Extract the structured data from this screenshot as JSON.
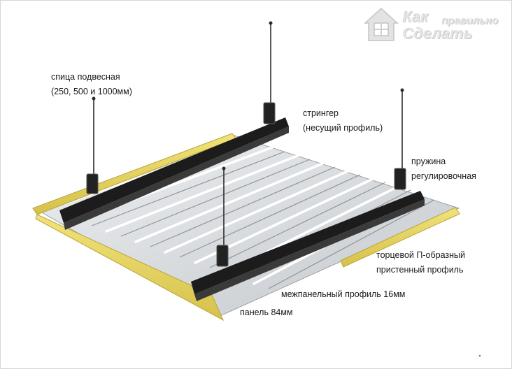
{
  "logo": {
    "line1a": "Как",
    "line1b": "правильно",
    "line2": "Сделать",
    "icon": "house-window-icon"
  },
  "labels": {
    "rod_line1": "спица подвесная",
    "rod_line2": "(250, 500 и 1000мм)",
    "stringer_line1": "стрингер",
    "stringer_line2": "(несущий профиль)",
    "spring_line1": "пружина",
    "spring_line2": "регулировочная",
    "wall_line1": "торцевой П-образный",
    "wall_line2": "пристенный профиль",
    "interpanel": "межпанельный профиль 16мм",
    "panel": "панель 84мм"
  },
  "colors": {
    "accent_yellow": "#e9d65a",
    "stringer": "#1c1c1c",
    "panel": "#d9dbde",
    "rod": "#2b2b2b"
  }
}
